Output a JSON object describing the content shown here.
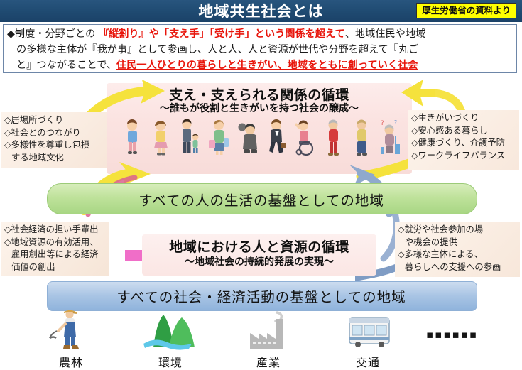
{
  "header": {
    "title": "地域共生社会とは",
    "source_badge": "厚生労働省の資料より",
    "bar_color": "#1f4a71",
    "badge_color": "#ffff00"
  },
  "description": {
    "line1_a": "◆制度・分野ごとの ",
    "line1_b": "『縦割り』",
    "line1_c": "や「支え手」「受け手」という関係を超えて",
    "line1_d": "、地域住民や地域",
    "line2": "の多様な主体が『我が事』として参画し、人と人、人と資源が世代や分野を超えて『丸ご",
    "line3_a": "と』つながることで、",
    "line3_b": "住民一人ひとりの暮らしと生きがい、地域をともに創っていく社会"
  },
  "cycle_upper": {
    "title": "支え・支えられる関係の循環",
    "subtitle": "〜誰もが役割と生きがいを持つ社会の醸成〜"
  },
  "cycle_lower": {
    "title": "地域における人と資源の循環",
    "subtitle": "〜地域社会の持続的発展の実現〜"
  },
  "notes": {
    "top_left": [
      "◇居場所づくり",
      "◇社会とのつながり",
      "◇多様性を尊重し包摂",
      "する地域文化"
    ],
    "top_right": [
      "◇生きがいづくり",
      "◇安心感ある暮らし",
      "◇健康づくり、介護予防",
      "◇ワークライフバランス"
    ],
    "bottom_left": [
      "◇社会経済の担い手輩出",
      "◇地域資源の有効活用、",
      "雇用創出等による経済",
      "価値の創出"
    ],
    "bottom_right": [
      "◇就労や社会参加の場",
      "や機会の提供",
      "◇多様な主体による、",
      "暮らしへの支援への参画"
    ]
  },
  "bands": {
    "green": "すべての人の生活の基盤としての地域",
    "blue": "すべての社会・経済活動の基盤としての地域",
    "green_color": "#bfe29b",
    "blue_color": "#a8c4e4"
  },
  "sectors": [
    {
      "label": "農林",
      "icon": "farmer-icon"
    },
    {
      "label": "環境",
      "icon": "mountain-river-icon"
    },
    {
      "label": "産業",
      "icon": "factory-icon"
    },
    {
      "label": "交通",
      "icon": "bus-icon"
    }
  ],
  "sectors_more": "▪▪▪▪▪▪",
  "arrows": {
    "yellow_color": "#f5e23c",
    "pink_color": "#e585b5",
    "blue_color": "#8fa9cd",
    "magenta_color": "#f06ec8"
  }
}
